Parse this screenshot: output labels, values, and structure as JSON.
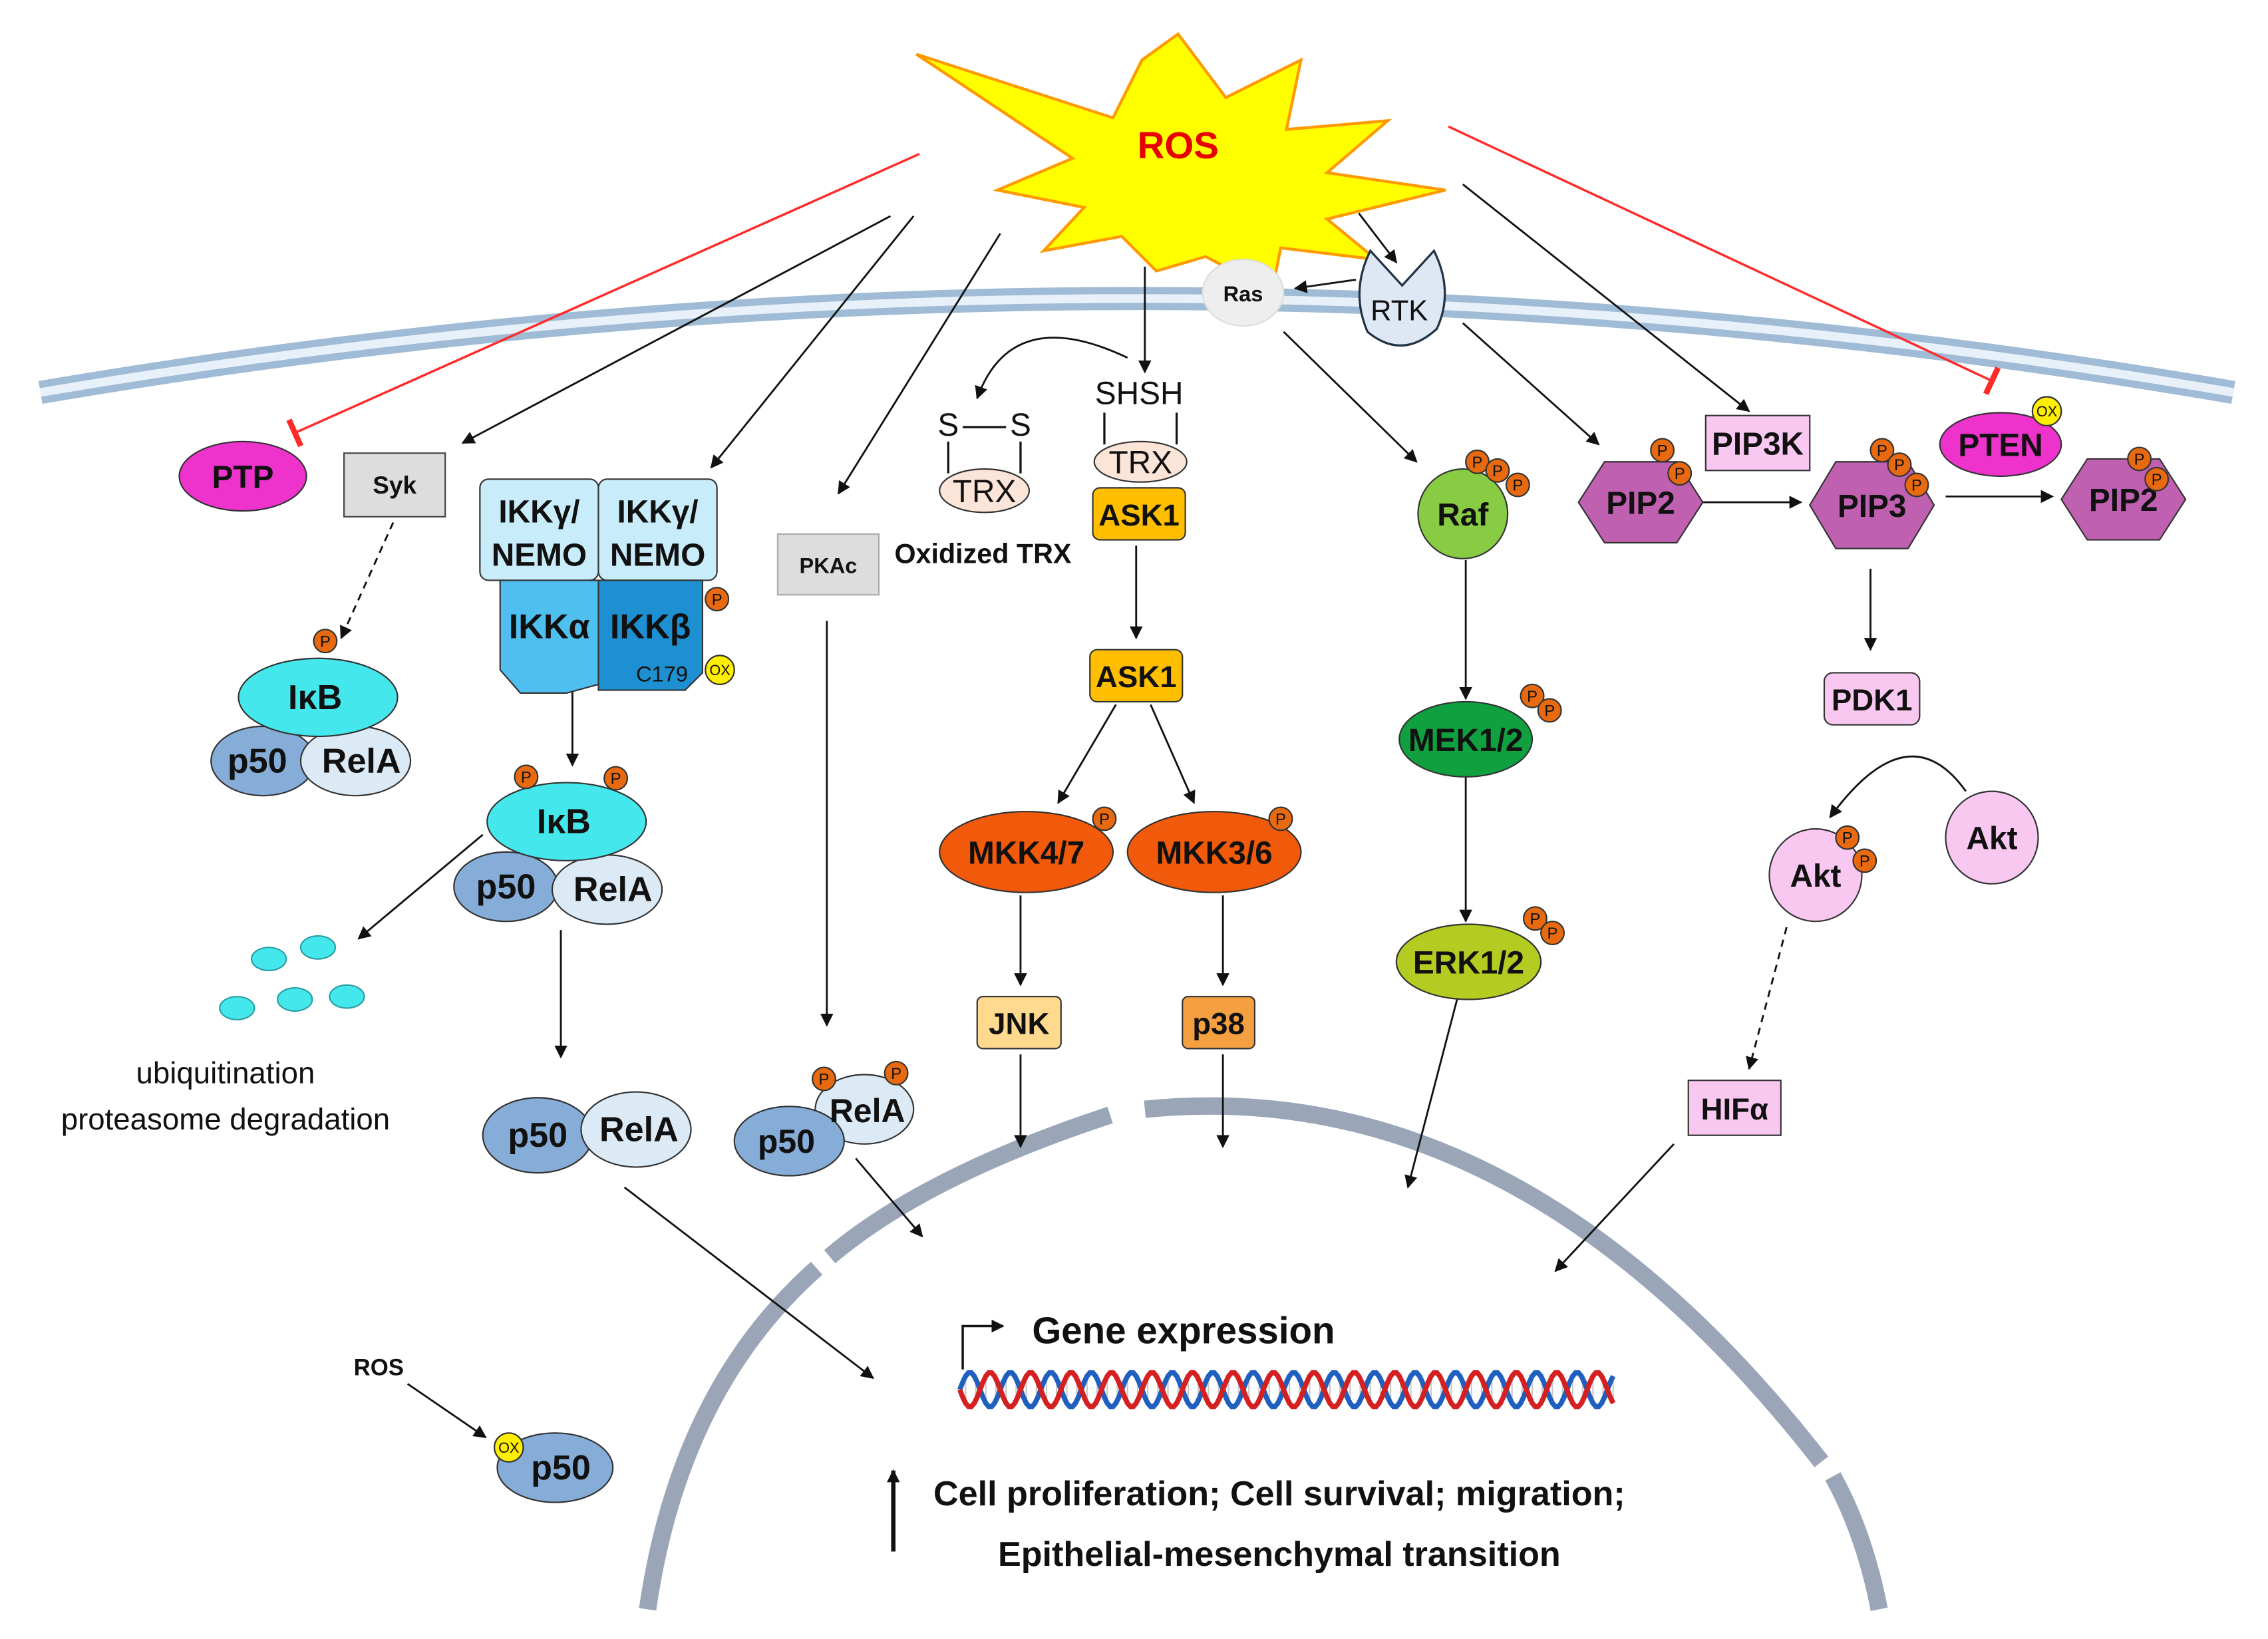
{
  "stimulus": {
    "label": "ROS",
    "label_color": "#e60000",
    "fill": "#ffff00",
    "stroke": "#ff9900"
  },
  "membrane": {
    "ras": "Ras",
    "rtk": "RTK"
  },
  "left": {
    "ptp": "PTP",
    "syk": "Syk",
    "ikk_gamma_1": "IKKγ/",
    "ikk_nemo_1": "NEMO",
    "ikk_gamma_2": "IKKγ/",
    "ikk_nemo_2": "NEMO",
    "ikk_alpha": "IKKα",
    "ikk_beta": "IKKβ",
    "c179": "C179",
    "ikb_1": "IκB",
    "p50_1": "p50",
    "rela_1": "RelA",
    "ikb_2": "IκB",
    "p50_2": "p50",
    "rela_2": "RelA",
    "ubiquitination": "ubiquitination",
    "degradation": "proteasome degradation",
    "p50_3": "p50",
    "rela_3": "RelA",
    "ros_small": "ROS",
    "p50_ox": "p50"
  },
  "middle": {
    "pkac": "PKAc",
    "p50_pkac": "p50",
    "rela_pkac": "RelA",
    "s_left": "S",
    "s_right": "S",
    "trx_ox": "TRX",
    "oxidized_trx": "Oxidized TRX",
    "shsh": "SHSH",
    "trx": "TRX",
    "ask1_bound": "ASK1",
    "ask1": "ASK1",
    "mkk47": "MKK4/7",
    "mkk36": "MKK3/6",
    "jnk": "JNK",
    "p38": "p38"
  },
  "mapk": {
    "raf": "Raf",
    "mek": "MEK1/2",
    "erk": "ERK1/2"
  },
  "pi3k": {
    "pip3k": "PIP3K",
    "pten": "PTEN",
    "pip2_left": "PIP2",
    "pip3": "PIP3",
    "pip2_right": "PIP2",
    "pdk1": "PDK1",
    "akt_p": "Akt",
    "akt": "Akt",
    "hif": "HIFα"
  },
  "nucleus": {
    "gene_expression": "Gene expression",
    "outcome_1": "Cell proliferation; Cell survival; migration;",
    "outcome_2": "Epithelial-mesenchymal transition"
  },
  "badges": {
    "phospho": "P",
    "oxidized": "OX"
  },
  "colors": {
    "phospho": "#e86a10",
    "ox": "#ffee00",
    "ptp": "#ee33cc",
    "ikk_light": "#c8ecfa",
    "ikk_alpha": "#4fbff0",
    "ikk_beta": "#1e8fd0",
    "ikb": "#44e8ec",
    "p50": "#86acd8",
    "rela": "#dceaf6",
    "mkk": "#f05a0a",
    "ask1": "#ffbf00",
    "jnk": "#ffd98e",
    "p38": "#f5a040",
    "raf": "#88cc44",
    "mek": "#10a040",
    "erk": "#b4cc22",
    "pip": "#c060b0",
    "pink_light": "#f8c8f0",
    "inhibit": "#ff2a2a",
    "membrane": "#b9cfe4"
  }
}
